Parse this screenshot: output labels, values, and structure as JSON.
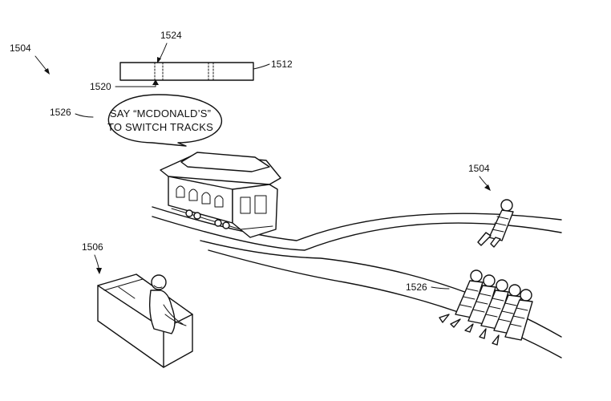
{
  "labels": {
    "ref_1504_top": "1504",
    "ref_1524": "1524",
    "ref_1512": "1512",
    "ref_1520": "1520",
    "ref_1526_bubble": "1526",
    "ref_1504_person": "1504",
    "ref_1506": "1506",
    "ref_1526_group": "1526"
  },
  "speech_bubble": {
    "line1": "SAY “MCDONALD’S”",
    "line2": "TO SWITCH TRACKS"
  }
}
